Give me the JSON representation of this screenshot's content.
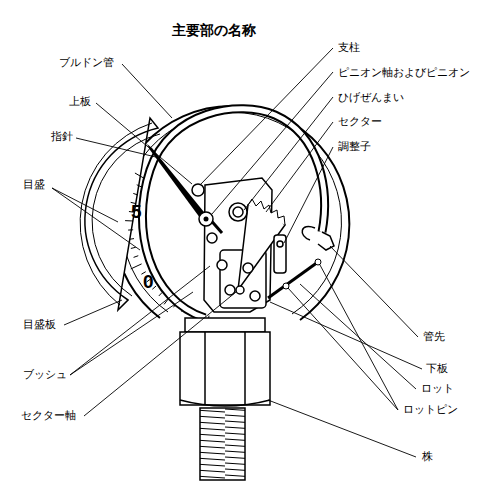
{
  "diagram": {
    "title": "主要部の名称",
    "labels": [
      "ブルドン管",
      "上板",
      "指針",
      "目盛",
      "目盛板",
      "ブッシュ",
      "セクター軸",
      "支柱",
      "ピニオン軸およびピニオン",
      "ひげぜんまい",
      "セクター",
      "調整子",
      "管先",
      "下板",
      "ロット",
      "ロットピン",
      "株",
      "5",
      "0"
    ]
  }
}
